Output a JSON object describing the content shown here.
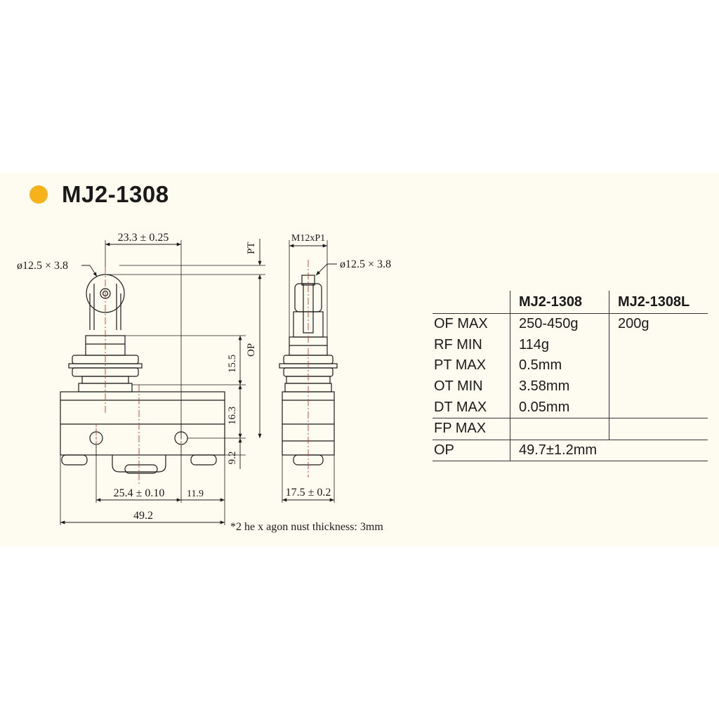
{
  "header": {
    "title": "MJ2-1308",
    "bullet_color": "#f5b21b"
  },
  "drawing": {
    "front": {
      "dim_width_top": "23.3 ± 0.25",
      "roller_label": "ø12.5 × 3.8",
      "pt_label": "PT",
      "op_label": "OP",
      "dim_15_5": "15.5",
      "dim_16_3": "16.3",
      "dim_9_2": "9.2",
      "dim_hole_spacing": "25.4 ± 0.10",
      "dim_11_9": "11.9",
      "dim_total_width": "49.2"
    },
    "side": {
      "thread_label": "M12xP1",
      "roller_label": "ø12.5 × 3.8",
      "dim_depth": "17.5 ± 0.2"
    },
    "note": "*2 he x agon nust  thickness: 3mm"
  },
  "spec_table": {
    "headers": [
      "",
      "MJ2-1308",
      "MJ2-1308L"
    ],
    "rows": [
      {
        "label": "OF MAX",
        "v1": "250-450g",
        "v2": "200g"
      },
      {
        "label": "RF MIN",
        "v1": "114g",
        "v2": ""
      },
      {
        "label": "PT MAX",
        "v1": "0.5mm",
        "v2": ""
      },
      {
        "label": "OT MIN",
        "v1": "3.58mm",
        "v2": ""
      },
      {
        "label": "DT MAX",
        "v1": "0.05mm",
        "v2": ""
      },
      {
        "label": "FP MAX",
        "v1": "",
        "v2": ""
      },
      {
        "label": "OP",
        "v1": "49.7±1.2mm",
        "v2": ""
      }
    ]
  }
}
